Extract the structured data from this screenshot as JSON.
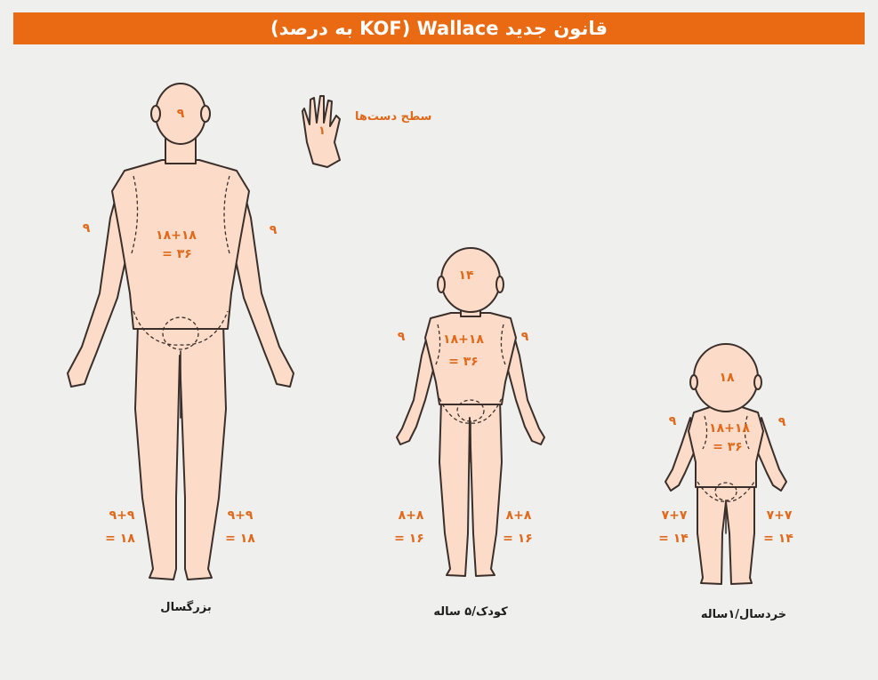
{
  "title": "قانون جدید Wallace (KOF به درصد)",
  "hand": {
    "label": "سطح دست‌ها",
    "value": "۱"
  },
  "colors": {
    "accent": "#e96a12",
    "skin": "#fcdcc9",
    "outline": "#3a2f2a",
    "caption": "#1e1e1e"
  },
  "adult": {
    "caption": "بزرگسال",
    "head": "۹",
    "arm_left": "۹",
    "arm_right": "۹",
    "torso_sum": "۱۸+۱۸",
    "torso_total": "= ۳۶",
    "leg_left_sum": "۹+۹",
    "leg_left_total": "= ۱۸",
    "leg_right_sum": "۹+۹",
    "leg_right_total": "= ۱۸"
  },
  "child": {
    "caption": "کودک/۵ ساله",
    "head": "۱۴",
    "arm_left": "۹",
    "arm_right": "۹",
    "torso_sum": "۱۸+۱۸",
    "torso_total": "= ۳۶",
    "leg_left_sum": "۸+۸",
    "leg_left_total": "= ۱۶",
    "leg_right_sum": "۸+۸",
    "leg_right_total": "= ۱۶"
  },
  "toddler": {
    "caption": "خردسال/۱ساله",
    "head": "۱۸",
    "arm_left": "۹",
    "arm_right": "۹",
    "torso_sum": "۱۸+۱۸",
    "torso_total": "= ۳۶",
    "leg_left_sum": "۷+۷",
    "leg_left_total": "= ۱۴",
    "leg_right_sum": "۷+۷",
    "leg_right_total": "= ۱۴"
  }
}
